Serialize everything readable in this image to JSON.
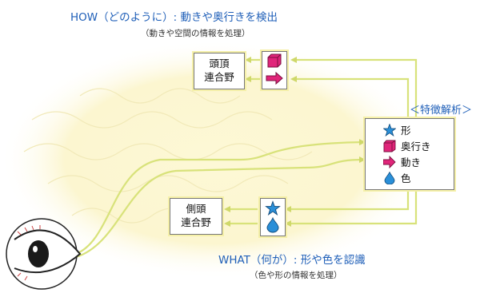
{
  "how": {
    "title": "HOW（どのように）: 動きや奥行きを検出",
    "subtitle": "（動きや空間の情報を処理）"
  },
  "what": {
    "title": "WHAT（何が）: 形や色を認識",
    "subtitle": "（色や形の情報を処理）"
  },
  "parietal": {
    "line1": "頭頂",
    "line2": "連合野"
  },
  "temporal": {
    "line1": "側頭",
    "line2": "連合野"
  },
  "feature_analysis": {
    "title": "＜特徴解析＞",
    "items": [
      {
        "icon": "star-icon",
        "label": "形"
      },
      {
        "icon": "cube-icon",
        "label": "奥行き"
      },
      {
        "icon": "arrow-icon",
        "label": "動き"
      },
      {
        "icon": "drop-icon",
        "label": "色"
      }
    ]
  },
  "colors": {
    "title_blue": "#1f5fb8",
    "pathway": "#d8e27a",
    "cube_magenta": "#e0257a",
    "arrow_magenta": "#e0257a",
    "star_blue": "#2a8fd8",
    "drop_blue": "#2a8fd8",
    "brain_tint": "#fbf6cf"
  }
}
